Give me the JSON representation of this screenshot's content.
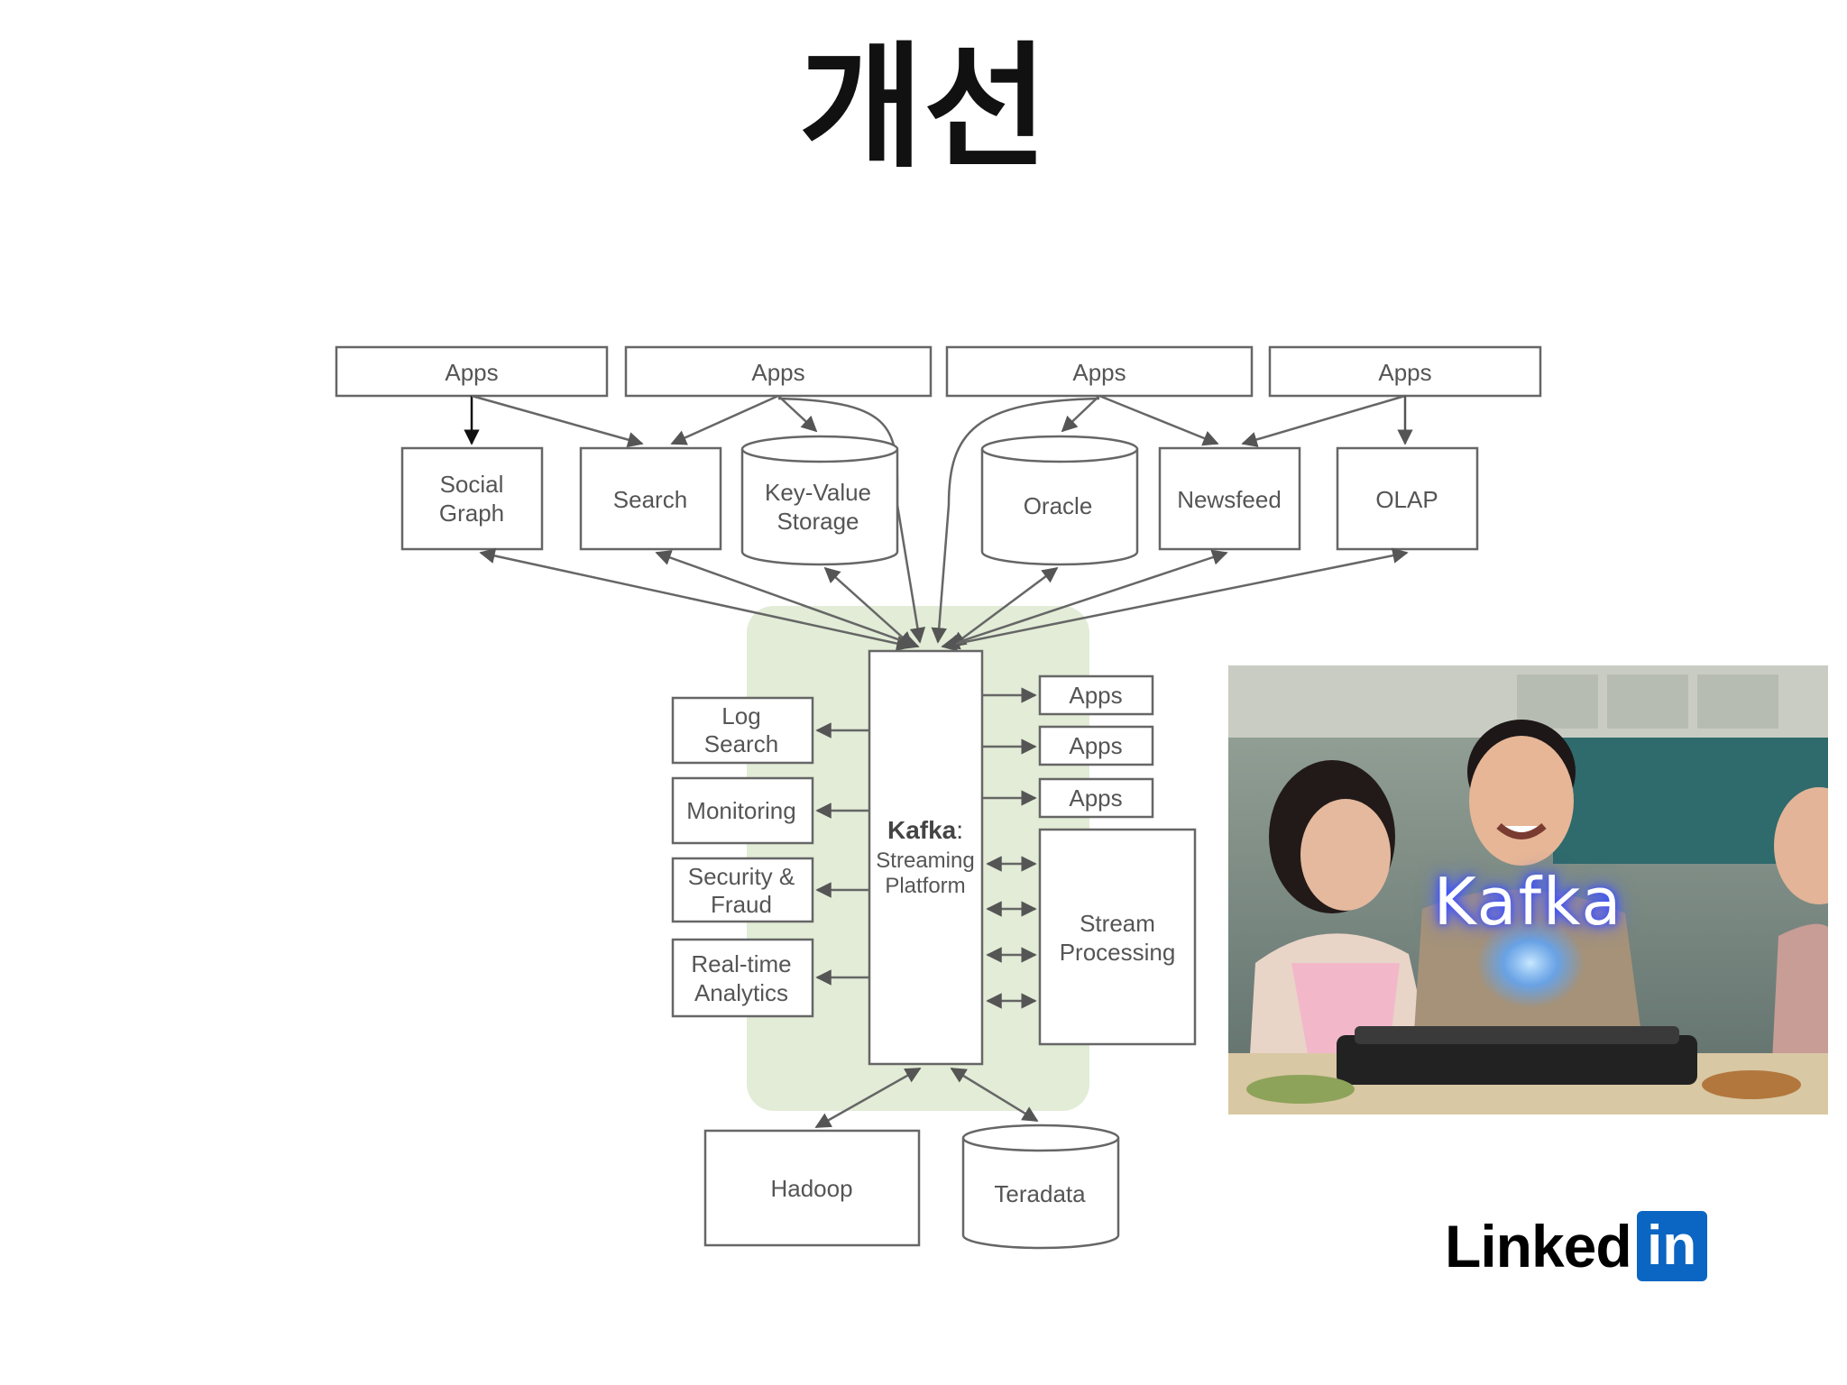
{
  "title": "개선",
  "diagram": {
    "apps_top": [
      "Apps",
      "Apps",
      "Apps",
      "Apps"
    ],
    "social_graph": [
      "Social",
      "Graph"
    ],
    "search": "Search",
    "key_value": [
      "Key-Value",
      "Storage"
    ],
    "oracle": "Oracle",
    "newsfeed": "Newsfeed",
    "olap": "OLAP",
    "kafka_name": "Kafka",
    "kafka_colon": ":",
    "kafka_sub": [
      "Streaming",
      "Platform"
    ],
    "log_search": [
      "Log",
      "Search"
    ],
    "monitoring": "Monitoring",
    "security": [
      "Security &",
      "Fraud"
    ],
    "realtime": [
      "Real-time",
      "Analytics"
    ],
    "apps_right": [
      "Apps",
      "Apps",
      "Apps"
    ],
    "stream_processing": [
      "Stream",
      "Processing"
    ],
    "hadoop": "Hadoop",
    "teradata": "Teradata",
    "colors": {
      "kafka_zone": "#e2ecd7",
      "lines": "#666666",
      "text": "#555555"
    }
  },
  "photo": {
    "overlay_text": "Kafka"
  },
  "logo": {
    "word": "Linked",
    "badge": "in",
    "color": "#0a66c2"
  }
}
